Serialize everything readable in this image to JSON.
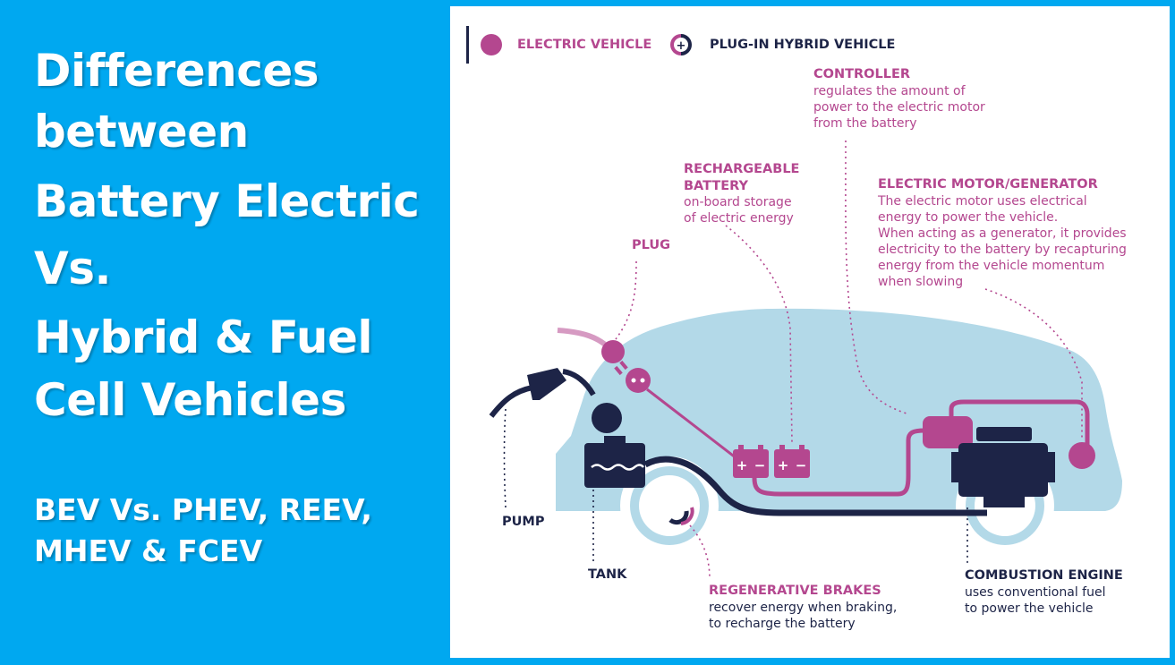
{
  "title": {
    "lines": [
      "Differences",
      "between",
      "Battery Electric",
      "Vs.",
      "Hybrid & Fuel",
      "Cell Vehicles"
    ]
  },
  "subtitle": {
    "lines": [
      "BEV Vs. PHEV, REEV,",
      "MHEV & FCEV"
    ]
  },
  "legend": {
    "electric": "ELECTRIC VEHICLE",
    "plugin": "PLUG-IN HYBRID VEHICLE"
  },
  "labels": {
    "controller": {
      "head": "CONTROLLER",
      "desc": [
        "regulates the amount of",
        "power to the electric motor",
        "from the battery"
      ]
    },
    "battery": {
      "head": [
        "RECHARGEABLE",
        "BATTERY"
      ],
      "desc": [
        "on-board storage",
        "of electric energy"
      ]
    },
    "plug": {
      "head": "PLUG"
    },
    "motor": {
      "head": "ELECTRIC MOTOR/GENERATOR",
      "desc": [
        "The electric motor uses electrical",
        "energy to power the vehicle.",
        "When acting as a generator, it provides",
        "electricity to the battery by recapturing",
        "energy from the vehicle momentum",
        "when slowing"
      ]
    },
    "pump": {
      "head": "PUMP"
    },
    "tank": {
      "head": "TANK"
    },
    "brakes": {
      "head": "REGENERATIVE BRAKES",
      "desc": [
        "recover energy when braking,",
        "to recharge the battery"
      ]
    },
    "engine": {
      "head": "COMBUSTION ENGINE",
      "desc": [
        "uses conventional fuel",
        "to power the vehicle"
      ]
    }
  },
  "colors": {
    "background": "#00a8f0",
    "magenta": "#b4478f",
    "navy": "#1d2447",
    "car_body": "#b3d9e8"
  }
}
